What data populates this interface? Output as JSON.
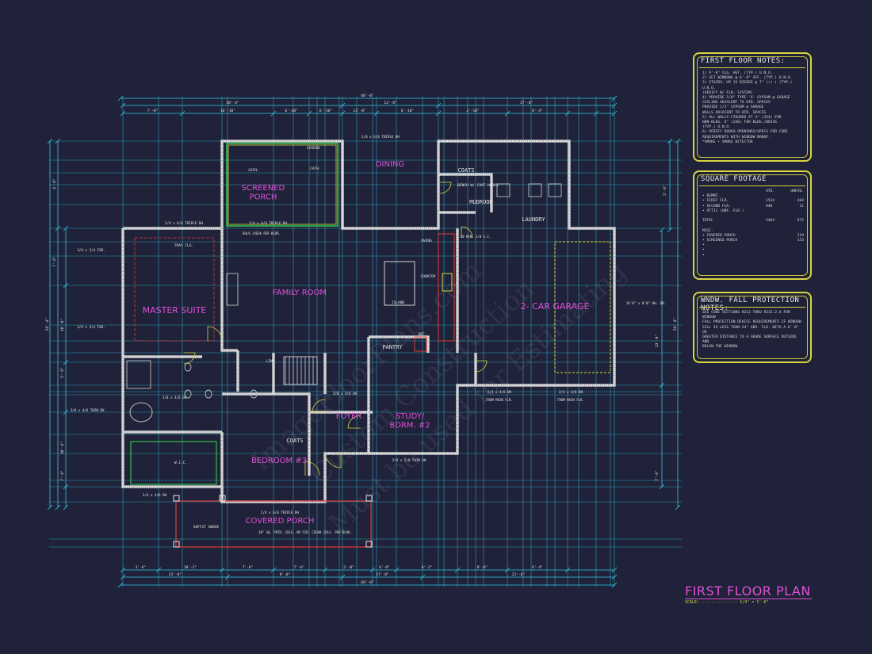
{
  "colors": {
    "background": "#1f2238",
    "dimension": "#33c8e8",
    "wall": "#e8e8e8",
    "room_label": "#e24fd8",
    "note": "#d8d640",
    "fixture": "#c0c0c0",
    "porch": "#2fc04a",
    "trim": "#e23a3a"
  },
  "rooms": [
    {
      "id": "screened-porch",
      "label": "SCREENED\nPORCH"
    },
    {
      "id": "dining",
      "label": "DINING"
    },
    {
      "id": "master-suite",
      "label": "MASTER SUITE"
    },
    {
      "id": "family-room",
      "label": "FAMILY ROOM"
    },
    {
      "id": "garage",
      "label": "2- CAR GARAGE"
    },
    {
      "id": "study",
      "label": "STUDY/\nBDRM. #2"
    },
    {
      "id": "foyer",
      "label": "FOYER"
    },
    {
      "id": "bedroom3",
      "label": "BEDROOM #3"
    },
    {
      "id": "covered-porch",
      "label": "COVERED PORCH"
    }
  ],
  "small_labels": [
    "COATS",
    "MUDROOM",
    "LAUNDRY",
    "PANTRY",
    "COATS",
    "W.I.C.",
    "LIN.",
    "ISLAND",
    "COOKTOP",
    "OVENS",
    "TRAY CLG.",
    "CATH.",
    "CATH.",
    "SCREEN",
    "SOFFIT ABOVE",
    "REF.",
    "BENCH W/ COAT HOOKS"
  ],
  "window_notes": [
    "2/0 x 6/0 TRIPLE DH",
    "2/4 x 6/0 TRIPLE DH",
    "2/4 x 6/0 TRIPLE DH",
    "3/4 x 3/4 FXD.",
    "3/4 x 3/4 FXD.",
    "3/0 x 4/6 TWIN DH",
    "2/4 x 4/6 DH",
    "2/4 x 6/0 TRIPLE DH",
    "2/8 x 5/0 TWIN DH",
    "3/0 x 4/6 DH",
    "2/4 x 4/6 DH",
    "2/4 x 4/6 DH",
    "16'0\" x 8'0\" OH. DR.",
    "3/0 x 4/6 DH"
  ],
  "plan_notes": [
    "SHLV./DESK PER BLDR.",
    "FROM MAIN FLR.",
    "FROM MAIN FLR.",
    "18\" SQ. FNTD. COLS. OR FIB. CEDAR COLS. PER BLDR.",
    "20 MIN. 2/8 S.C."
  ],
  "dimensions": {
    "overall_top": "68'-0\"",
    "overall_bottom": "68'-0\"",
    "top_row2": [
      "38'-4\"",
      "13'-8\"",
      "17'-8\""
    ],
    "top_row3": [
      "7'-0\"",
      "16'-10\"",
      "6'-10\"",
      "6'-10\"",
      "13'-0\"",
      "6'-10\"",
      "2'-10\"",
      "6'-4\""
    ],
    "bottom_row1": [
      "3'-6\"",
      "10'-2\"",
      "7'-6\"",
      "7'-6\"",
      "2'-0\"",
      "6'-0\"",
      "6'-2\"",
      "8'-0\"",
      "6'-4\""
    ],
    "bottom_row2": [
      "21'-8\"",
      "8'-0\"",
      "17'-0\"",
      "21'-6\""
    ],
    "left_overall": "56'-4\"",
    "right_overall": "56'-4\""
  },
  "first_floor_notes": {
    "title": "FIRST FLOOR NOTES:",
    "lines": [
      "1) 9'-0\" CLG. HGT. (TYP.) U.N.O.",
      "2) SET WINDOWS @ 6'-8\" AFF. (TYP.) U.N.O.",
      "3) STAIRS: UP 15 RISERS @ 7\" (+/-) (TYP.) U.N.O.",
      "   (VERIFY W/ FLR. SYSTEM)",
      "4) PROVIDE 5/8\" TYPE 'X' GYPSUM @ GARAGE",
      "   CEILING ADJACENT TO HTD. SPACES",
      "   PROVIDE 1/2\" GYPSUM @ GARAGE",
      "   WALLS ADJACENT TO HTD. SPACES",
      "5) ALL WALLS FIGURED AT 4\" (2X4) FOR",
      "   NON-BLDG. 6\" (2X6) FOR BLDG./BRICK",
      "   (TYP.) U.N.O.",
      "6) VERIFY ROUGH OPENINGS/SPECS FOR CODE",
      "   REQUIREMENTS WITH WINDOW MANUF.",
      "   *SMOKE + SMOKE DETECTOR"
    ]
  },
  "square_footage": {
    "title": "SQUARE FOOTAGE",
    "col_headers": [
      "HTD.",
      "UNHTD."
    ],
    "rows": [
      [
        "• BSMNT.",
        "",
        ""
      ],
      [
        "• FIRST FLR.",
        "1524",
        "464"
      ],
      [
        "• SECOND FLR.",
        "940",
        "11"
      ],
      [
        "• ATTIC (UNF. FLR.)",
        "",
        ""
      ],
      [
        "",
        "",
        ""
      ],
      [
        "TOTAL",
        "2464",
        "672"
      ],
      [
        "",
        "",
        ""
      ],
      [
        "MISC.",
        "",
        ""
      ],
      [
        "• COVERED PORCH",
        "",
        "219"
      ],
      [
        "• SCREENED PORCH",
        "",
        "153"
      ],
      [
        "•",
        "",
        ""
      ],
      [
        "•",
        "",
        ""
      ],
      [
        "•",
        "",
        ""
      ]
    ]
  },
  "fall_notes": {
    "title": "WNDW. FALL PROTECTION NOTES:",
    "lines": [
      "SEE CODE SECTIONS R312 THRU R312.2.4 FOR WINDOW",
      "FALL PROTECTION DEVICE REQUIREMENTS IF WINDOW",
      "SILL IS LESS THAN 24\" ABV. FLR. WITH A 6'-0\" OR",
      "GREATER DISTANCE TO A GRADE SURFACE OUTSIDE AND",
      "BELOW THE WINDOW"
    ]
  },
  "title_block": {
    "title": "FIRST FLOOR PLAN",
    "scale": "SCALE: --------------- 1/4\" = 1'-0\""
  },
  "watermark": [
    "ImageFloorPlans.com",
    "Custom Construction",
    "Must be used for Estimating"
  ]
}
